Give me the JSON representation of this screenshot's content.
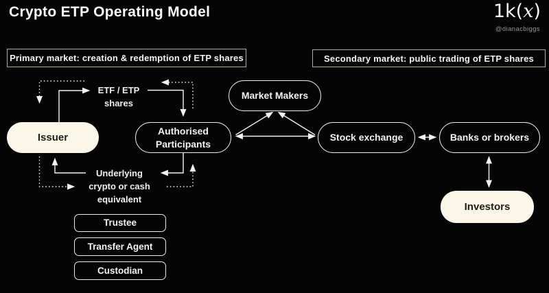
{
  "header": {
    "title": "Crypto ETP Operating Model",
    "logo_prefix": "1k(",
    "logo_x": "x",
    "logo_suffix": ")",
    "handle": "@dianacbiggs"
  },
  "sections": {
    "primary": "Primary market: creation & redemption of ETP shares",
    "secondary": "Secondary market: public trading of ETP shares"
  },
  "nodes": {
    "issuer": "Issuer",
    "authorised_participants": "Authorised\nParticipants",
    "market_makers": "Market Makers",
    "stock_exchange": "Stock exchange",
    "banks_or_brokers": "Banks or brokers",
    "investors": "Investors",
    "trustee": "Trustee",
    "transfer_agent": "Transfer Agent",
    "custodian": "Custodian"
  },
  "flow_labels": {
    "etp_shares": "ETF / ETP\nshares",
    "underlying": "Underlying\ncrypto or cash\nequivalent"
  },
  "colors": {
    "background": "#050505",
    "accent_cream": "#faf7e9",
    "node_border": "#ececec",
    "section_border": "#b2ae9a",
    "text_primary": "#f5f5f5",
    "text_dark": "#1e1d18",
    "handle_gray": "#959595",
    "arrow": "#f2f2f2"
  }
}
